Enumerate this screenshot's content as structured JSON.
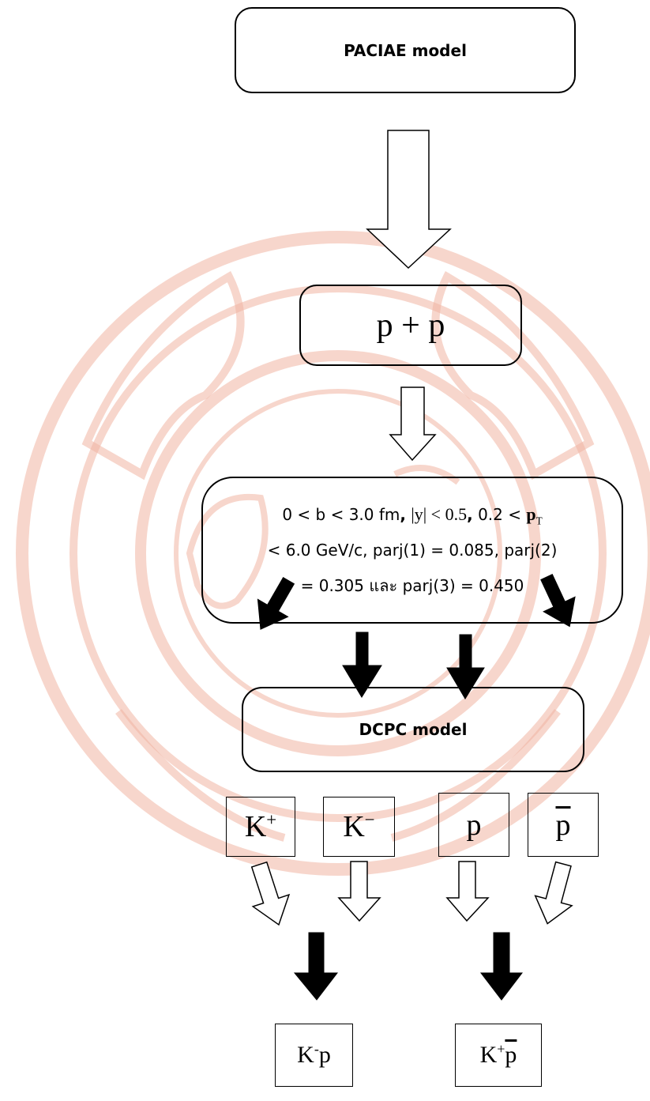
{
  "boxes": {
    "paciae": "PACIAE model",
    "pp": "p + p",
    "cond_line1_a": "0 < b < 3.0 fm",
    "cond_line1_b": "|y| < 0.5",
    "cond_line1_c": "0.2 <",
    "cond_line1_p": "p",
    "cond_line1_sub": "T",
    "cond_line2": "< 6.0 GeV/c, parj(1) = 0.085, parj(2)",
    "cond_line3": "= 0.305 และ parj(3) = 0.450",
    "dcpc": "DCPC model"
  },
  "particles": {
    "k_base": "K",
    "k_plus_sup": "+",
    "k_minus_sup": "−",
    "p": "p",
    "pbar": "p"
  },
  "outputs": {
    "kmp_k": "K",
    "kmp_sup": "-",
    "kmp_p": "p",
    "kpbar_k": "K",
    "kpbar_sup": "+",
    "kpbar_p": "p"
  },
  "colors": {
    "arrow_outline": "#000000",
    "arrow_fill": "#ffffff",
    "arrow_solid": "#000000",
    "watermark": "#f0b4a3"
  },
  "watermark_icon": "university-seal-icon"
}
